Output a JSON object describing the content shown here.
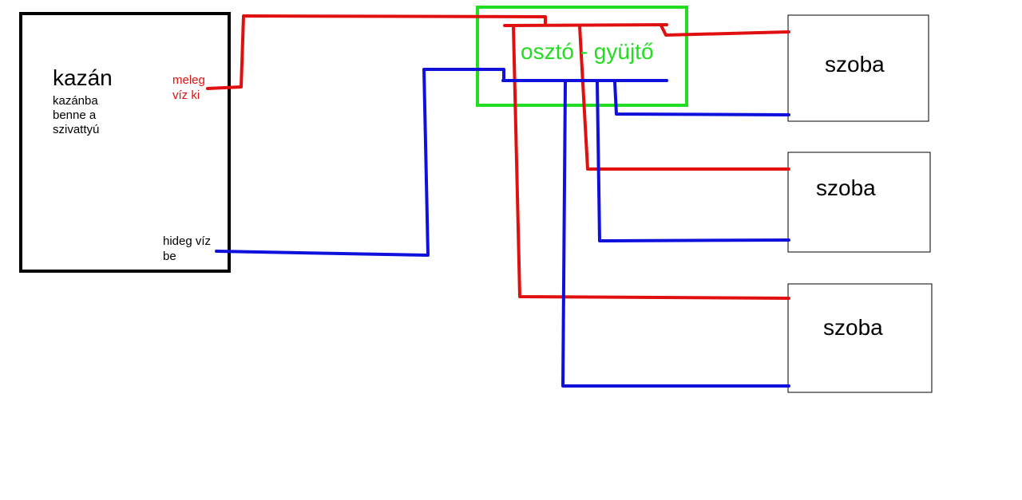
{
  "colors": {
    "supply": "#e01010",
    "return": "#1010dd",
    "manifold": "#22dd22",
    "outline": "#000000"
  },
  "boiler": {
    "title": "kazán",
    "note": "kazánba\nbenne a\nszivattyú",
    "hot_out": "meleg\nvíz ki",
    "cold_in": "hideg víz\nbe"
  },
  "manifold": {
    "label": "osztó - gyüjtő"
  },
  "rooms": [
    {
      "label": "szoba"
    },
    {
      "label": "szoba"
    },
    {
      "label": "szoba"
    }
  ]
}
